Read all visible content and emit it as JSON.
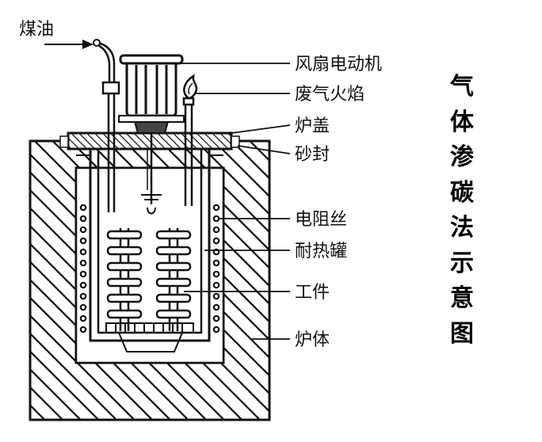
{
  "labels": {
    "kerosene": "煤油",
    "fan_motor": "风扇电动机",
    "exhaust_flame": "废气火焰",
    "furnace_lid": "炉盖",
    "sand_seal": "砂封",
    "resistance_wire": "电阻丝",
    "heat_resistant_tank": "耐热罐",
    "workpiece": "工件",
    "furnace_body": "炉体"
  },
  "title_chars": [
    "气",
    "体",
    "渗",
    "碳",
    "法",
    "示",
    "意",
    "图"
  ]
}
